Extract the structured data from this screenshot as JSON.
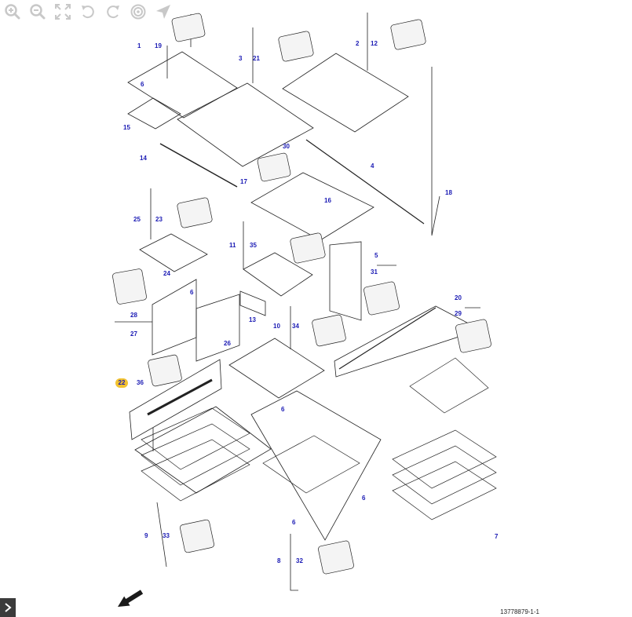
{
  "toolbar": {
    "buttons": [
      {
        "name": "zoom-in",
        "icon": "zoom-in-icon"
      },
      {
        "name": "zoom-out",
        "icon": "zoom-out-icon"
      },
      {
        "name": "fit-to-screen",
        "icon": "fit-screen-icon"
      },
      {
        "name": "rotate-left",
        "icon": "rotate-left-icon"
      },
      {
        "name": "rotate-right",
        "icon": "rotate-right-icon"
      },
      {
        "name": "reset-view",
        "icon": "target-icon"
      },
      {
        "name": "pointer",
        "icon": "navigation-arrow-icon"
      }
    ]
  },
  "callouts": [
    "1",
    "19",
    "2",
    "12",
    "3",
    "21",
    "6",
    "15",
    "14",
    "30",
    "4",
    "17",
    "16",
    "18",
    "25",
    "23",
    "11",
    "35",
    "5",
    "31",
    "24",
    "6",
    "28",
    "27",
    "13",
    "10",
    "34",
    "20",
    "29",
    "26",
    "36",
    "9",
    "33",
    "6",
    "6",
    "6",
    "7",
    "8",
    "32"
  ],
  "highlighted_callout": "22",
  "drawing_id": "13778879-1-1",
  "colors": {
    "callout": "#1a1ab4",
    "highlight": "#f2c230",
    "line": "#222222",
    "icon": "#c8c8c8"
  }
}
